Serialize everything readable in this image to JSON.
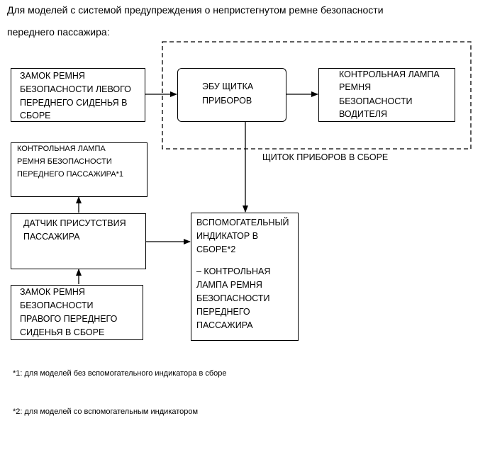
{
  "header": {
    "line1": "Для моделей с системой предупреждения о непристегнутом ремне безопасности",
    "line2": "переднего пассажира:"
  },
  "boxes": {
    "left_buckle": [
      "ЗАМОК РЕМНЯ",
      "БЕЗОПАСНОСТИ ЛЕВОГО",
      "ПЕРЕДНЕГО СИДЕНЬЯ В",
      "СБОРЕ"
    ],
    "ecu": [
      "ЭБУ ЩИТКА",
      "ПРИБОРОВ"
    ],
    "driver_lamp": [
      "КОНТРОЛЬНАЯ ЛАМПА",
      "РЕМНЯ",
      "БЕЗОПАСНОСТИ",
      "ВОДИТЕЛЯ"
    ],
    "passenger_lamp": [
      "КОНТРОЛЬНАЯ ЛАМПА",
      "РЕМНЯ БЕЗОПАСНОСТИ",
      "ПЕРЕДНЕГО ПАССАЖИРА*1"
    ],
    "occupant_sensor": [
      "ДАТЧИК ПРИСУТСТВИЯ",
      "ПАССАЖИРА"
    ],
    "right_buckle": [
      "ЗАМОК РЕМНЯ",
      "БЕЗОПАСНОСТИ",
      "ПРАВОГО ПЕРЕДНЕГО",
      "СИДЕНЬЯ В СБОРЕ"
    ],
    "sub_indicator": [
      "ВСПОМОГАТЕЛЬНЫЙ",
      "ИНДИКАТОР В",
      "СБОРЕ*2",
      "",
      "– КОНТРОЛЬНАЯ",
      "ЛАМПА РЕМНЯ",
      "БЕЗОПАСНОСТИ",
      "ПЕРЕДНЕГО",
      "ПАССАЖИРА"
    ]
  },
  "cluster_label": "ЩИТОК ПРИБОРОВ В СБОРЕ",
  "notes": {
    "note1": "*1: для моделей без вспомогательного индикатора в сборе",
    "note2": "*2: для моделей со вспомогательным индикатором"
  }
}
